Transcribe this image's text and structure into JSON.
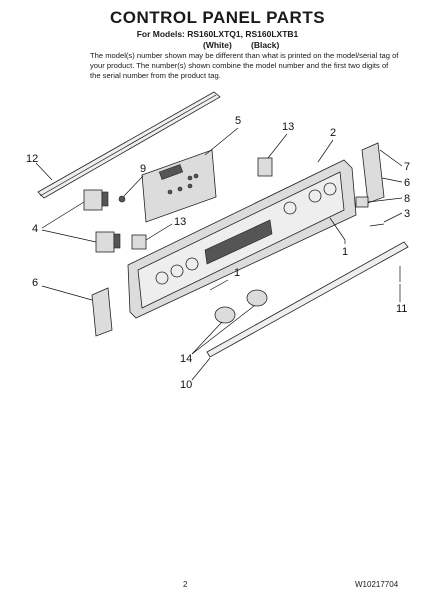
{
  "header": {
    "title": "CONTROL PANEL PARTS",
    "models": "For Models: RS160LXTQ1, RS160LXTB1",
    "color_white": "(White)",
    "color_black": "(Black)",
    "note": "The model(s) number shown may be different than what is printed on the model/serial tag of your product. The number(s) shown combine the model number and the first two digits of the serial number from the product tag."
  },
  "callouts": [
    "1",
    "1",
    "2",
    "3",
    "4",
    "5",
    "6",
    "6",
    "7",
    "8",
    "9",
    "10",
    "11",
    "12",
    "13",
    "13",
    "14"
  ],
  "footer": {
    "page_number": "2",
    "document_number": "W10217704"
  }
}
